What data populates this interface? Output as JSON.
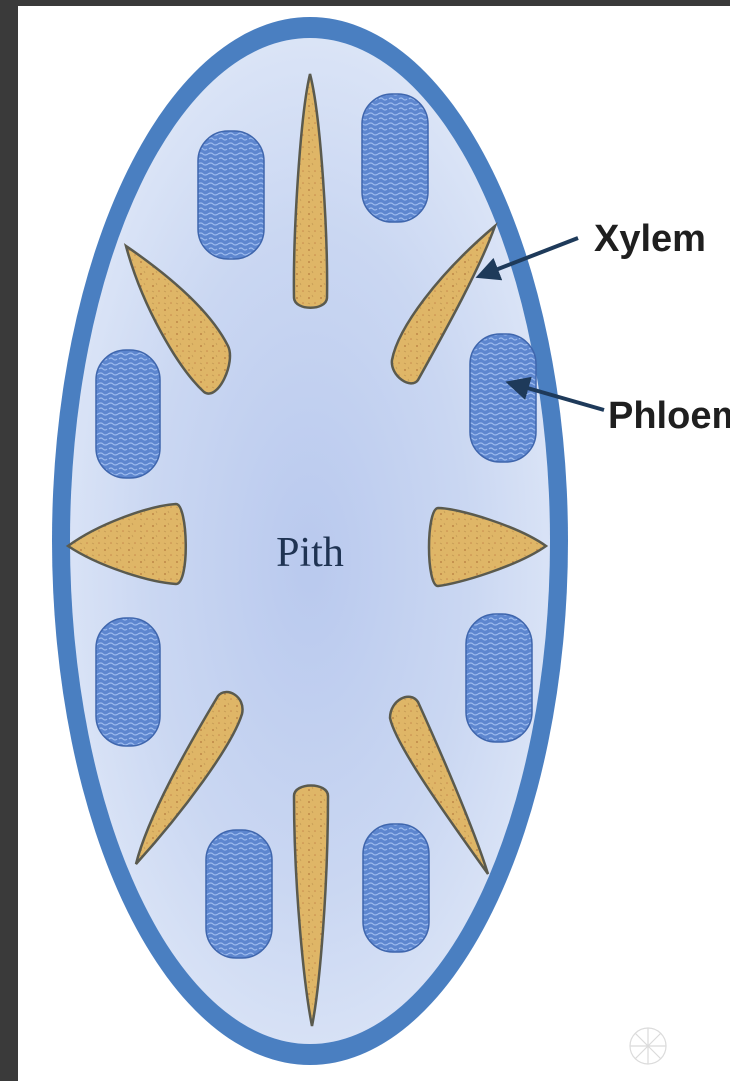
{
  "diagram": {
    "center_label": "Pith",
    "callouts": [
      {
        "label": "Xylem",
        "target": "xylem-bundle"
      },
      {
        "label": "Phloem",
        "target": "phloem-bundle"
      }
    ]
  },
  "colors": {
    "background": "#ffffff",
    "outer_ring": "#4a7fc1",
    "pith_center": "#b9c9ee",
    "pith_edge": "#d9e3f6",
    "xylem_fill": "#dfb667",
    "xylem_stroke": "#5a5a4e",
    "phloem_fill": "#5d86cf",
    "phloem_pattern": "#8fb0e6",
    "arrow": "#1e3a5a",
    "text": "#1f3352"
  }
}
